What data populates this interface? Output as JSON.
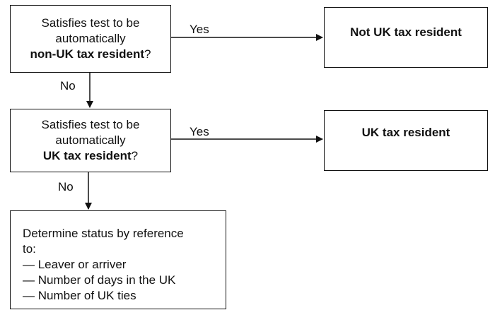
{
  "question1": {
    "line1": "Satisfies test to be",
    "line2": "automatically",
    "bold": "non-UK tax resident",
    "suffix": "?"
  },
  "question2": {
    "line1": "Satisfies test to be",
    "line2": "automatically",
    "bold": "UK tax resident",
    "suffix": "?"
  },
  "outcome1": "Not UK tax resident",
  "outcome2": "UK tax resident",
  "edges": {
    "yes1": "Yes",
    "yes2": "Yes",
    "no1": "No",
    "no2": "No"
  },
  "determine": {
    "line1": "Determine status by reference",
    "line2": "to:",
    "items": [
      "— Leaver or arriver",
      "— Number of days in the UK",
      "— Number of UK ties"
    ]
  }
}
